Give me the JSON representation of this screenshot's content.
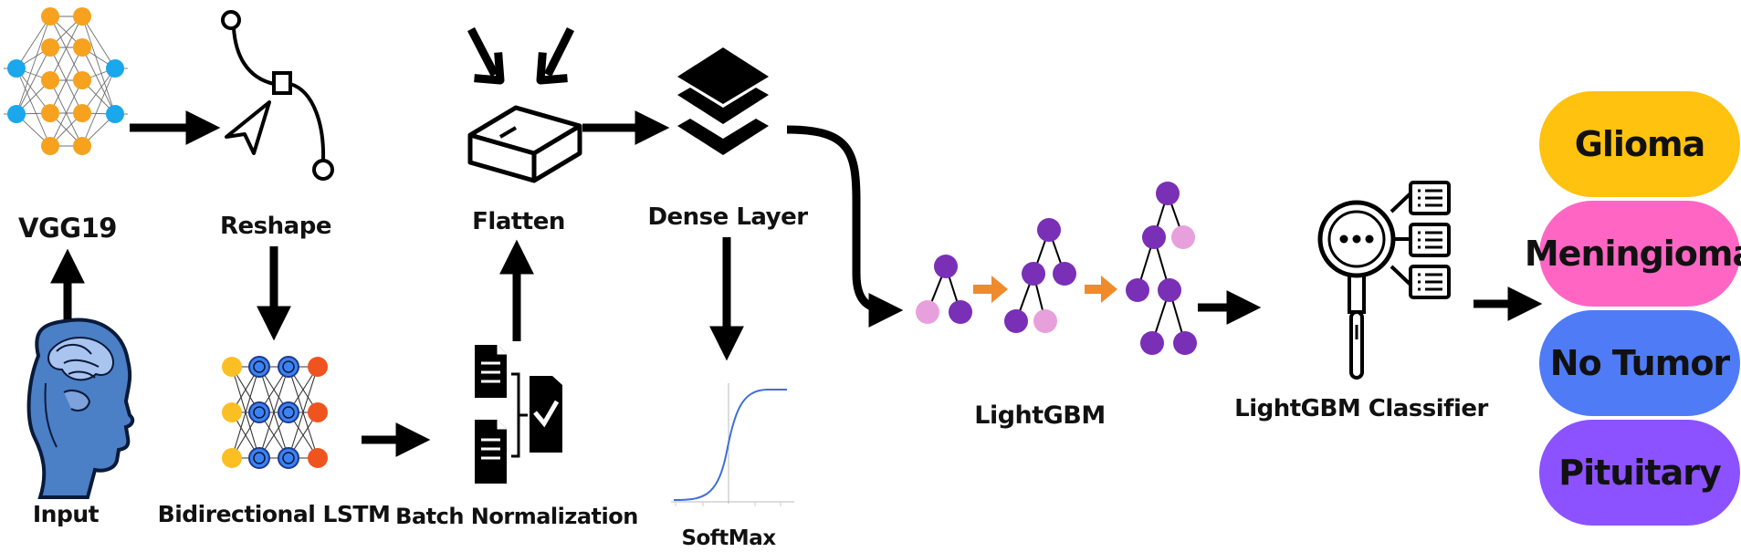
{
  "labels": {
    "vgg19": "VGG19",
    "reshape": "Reshape",
    "flatten": "Flatten",
    "dense_layer": "Dense Layer",
    "input": "Input",
    "bidirectional_lstm": "Bidirectional LSTM",
    "batch_normalization": "Batch Normalization",
    "softmax": "SoftMax",
    "lightgbm": "LightGBM",
    "lightgbm_classifier": "LightGBM Classifier"
  },
  "classes": [
    {
      "label": "Glioma",
      "color": "#FFC20E"
    },
    {
      "label": "Meningioma",
      "color": "#FF66C4"
    },
    {
      "label": "No Tumor",
      "color": "#4F7BF7"
    },
    {
      "label": "Pituitary",
      "color": "#8C52FF"
    }
  ],
  "colors": {
    "vgg_node_orange": "#F6A21E",
    "vgg_node_blue": "#1AA7EC",
    "lstm_yellow": "#FBBF24",
    "lstm_blue": "#3B82F6",
    "lstm_red": "#F0541E",
    "tree_purple": "#7A2FB7",
    "tree_pink": "#E8A0DC",
    "boost_arrow": "#F08A2A",
    "head_blue": "#4B7FC6",
    "softmax_curve": "#3E6FD8"
  },
  "icons": [
    "neural-network-icon",
    "reshape-icon",
    "flatten-box-icon",
    "layers-icon",
    "head-scan-icon",
    "lstm-network-icon",
    "documents-check-icon",
    "softmax-curve-icon",
    "decision-tree-icon",
    "magnifier-classifier-icon"
  ]
}
